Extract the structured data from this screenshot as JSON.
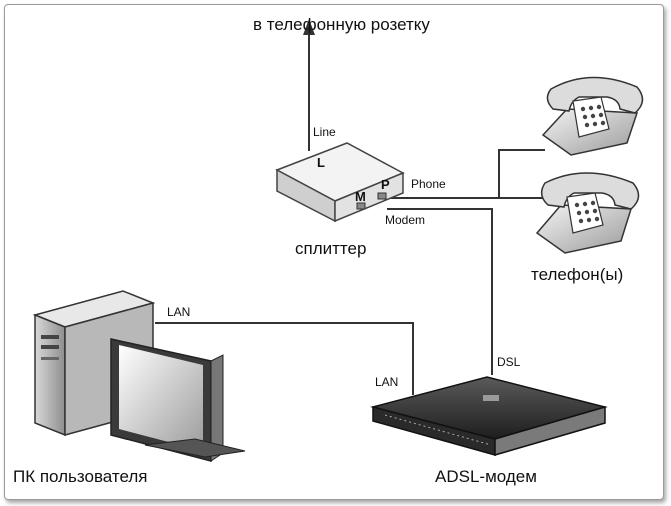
{
  "labels": {
    "wall_socket": "в телефонную розетку",
    "splitter": "сплиттер",
    "phones": "телефон(ы)",
    "pc": "ПК пользователя",
    "modem": "ADSL-модем"
  },
  "ports": {
    "line": "Line",
    "phone": "Phone",
    "modem": "Modem",
    "l": "L",
    "m": "M",
    "p": "P",
    "lan_pc": "LAN",
    "lan_modem": "LAN",
    "dsl": "DSL"
  }
}
